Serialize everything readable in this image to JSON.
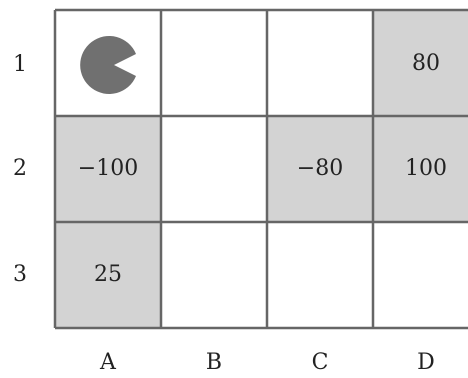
{
  "grid": {
    "rows": [
      "1",
      "2",
      "3"
    ],
    "columns": [
      "A",
      "B",
      "C",
      "D"
    ],
    "colors": {
      "shaded": "#d3d3d3",
      "blank": "#ffffff",
      "line": "#666666",
      "agent": "#707070"
    },
    "cells": [
      {
        "id": "A1",
        "shaded": false,
        "agent": "pacman-icon"
      },
      {
        "id": "B1",
        "shaded": false
      },
      {
        "id": "C1",
        "shaded": false
      },
      {
        "id": "D1",
        "shaded": true,
        "value": "80"
      },
      {
        "id": "A2",
        "shaded": true,
        "value": "−100"
      },
      {
        "id": "B2",
        "shaded": false
      },
      {
        "id": "C2",
        "shaded": true,
        "value": "−80"
      },
      {
        "id": "D2",
        "shaded": true,
        "value": "100"
      },
      {
        "id": "A3",
        "shaded": true,
        "value": "25"
      },
      {
        "id": "B3",
        "shaded": false
      },
      {
        "id": "C3",
        "shaded": false
      },
      {
        "id": "D3",
        "shaded": false
      }
    ]
  }
}
